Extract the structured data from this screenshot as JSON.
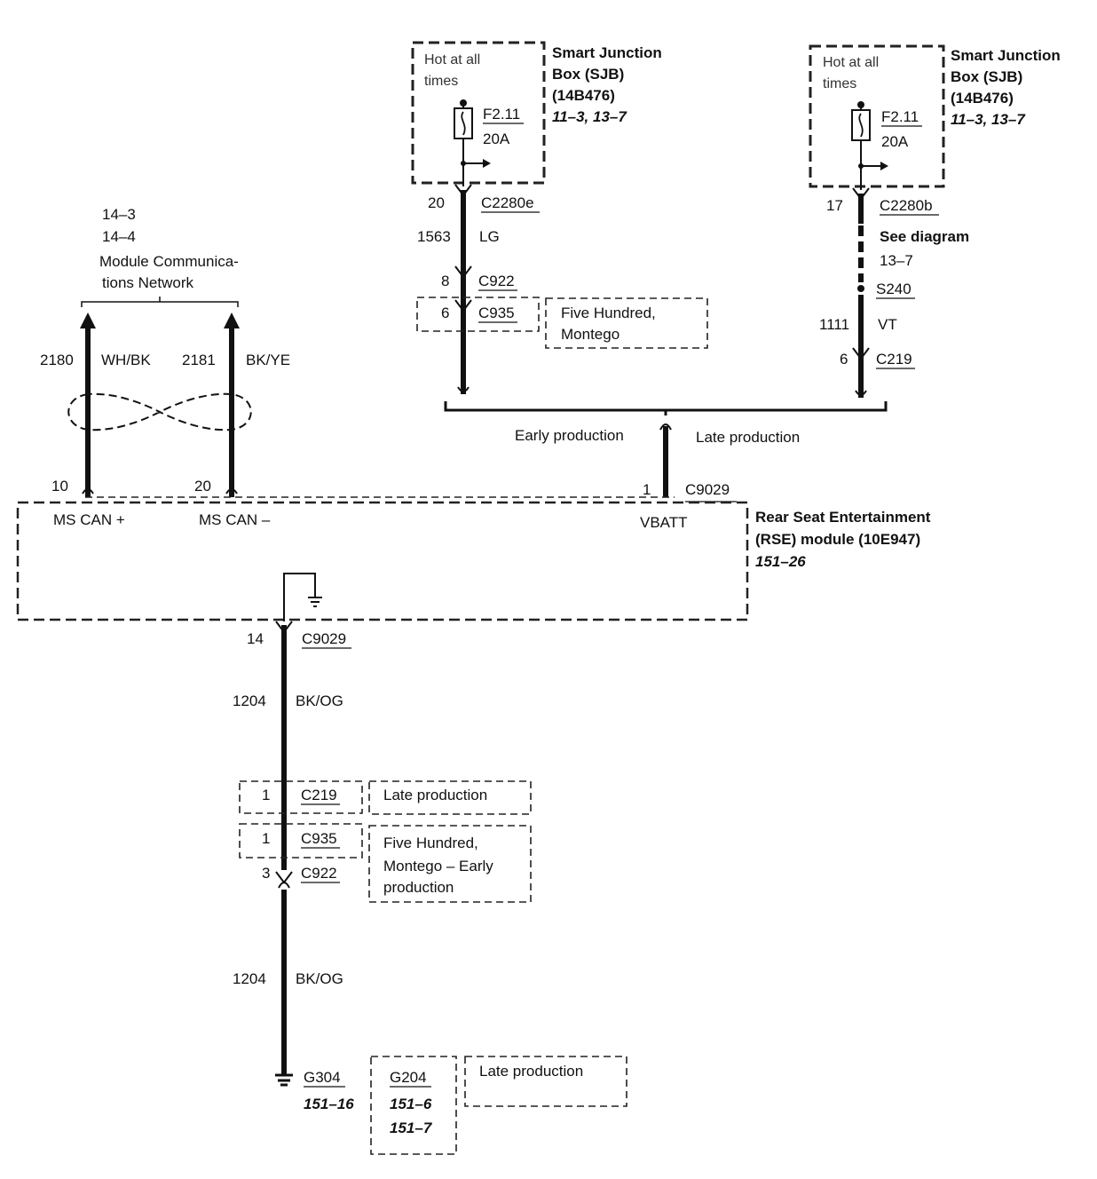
{
  "sjb_left": {
    "hot_line1": "Hot at all",
    "hot_line2": "times",
    "fuse_id": "F2.11",
    "fuse_rating": "20A",
    "title_line1": "Smart Junction",
    "title_line2": "Box (SJB)",
    "title_line3": "(14B476)",
    "ref": "11–3, 13–7"
  },
  "sjb_right": {
    "hot_line1": "Hot at all",
    "hot_line2": "times",
    "fuse_id": "F2.11",
    "fuse_rating": "20A",
    "title_line1": "Smart Junction",
    "title_line2": "Box (SJB)",
    "title_line3": "(14B476)",
    "ref": "11–3, 13–7"
  },
  "left_circuit": {
    "pin_c2280e": "20",
    "conn_c2280e": "C2280e",
    "circuit": "1563",
    "color": "LG",
    "pin_c922": "8",
    "conn_c922": "C922",
    "pin_c935": "6",
    "conn_c935": "C935",
    "note_line1": "Five Hundred,",
    "note_line2": "Montego"
  },
  "right_circuit": {
    "pin_c2280b": "17",
    "conn_c2280b": "C2280b",
    "see_diagram": "See diagram",
    "see_ref": "13–7",
    "splice": "S240",
    "circuit": "1111",
    "color": "VT",
    "pin_c219": "6",
    "conn_c219": "C219"
  },
  "junction": {
    "early": "Early production",
    "late": "Late production"
  },
  "network": {
    "ref1": "14–3",
    "ref2": "14–4",
    "title_line1": "Module Communica-",
    "title_line2": "tions Network",
    "wire1_circuit": "2180",
    "wire1_color": "WH/BK",
    "wire2_circuit": "2181",
    "wire2_color": "BK/YE",
    "pin1": "10",
    "pin2": "20"
  },
  "rse": {
    "pin_vbatt": "1",
    "conn_c9029": "C9029",
    "label_can_plus": "MS CAN +",
    "label_can_minus": "MS CAN –",
    "label_vbatt": "VBATT",
    "title_line1": "Rear Seat Entertainment",
    "title_line2": "(RSE) module (10E947)",
    "ref": "151–26"
  },
  "ground_circuit": {
    "pin_c9029": "14",
    "conn_c9029": "C9029",
    "circuit_upper": "1204",
    "color_upper": "BK/OG",
    "pin_c219": "1",
    "conn_c219": "C219",
    "note_c219": "Late production",
    "pin_c935": "1",
    "conn_c935": "C935",
    "note_c935_line1": "Five Hundred,",
    "note_c935_line2": "Montego – Early",
    "note_c935_line3": "production",
    "pin_c922": "3",
    "conn_c922": "C922",
    "circuit_lower": "1204",
    "color_lower": "BK/OG",
    "g304": "G304",
    "g304_ref": "151–16",
    "g204": "G204",
    "g204_ref1": "151–6",
    "g204_ref2": "151–7",
    "note_g204": "Late production"
  }
}
